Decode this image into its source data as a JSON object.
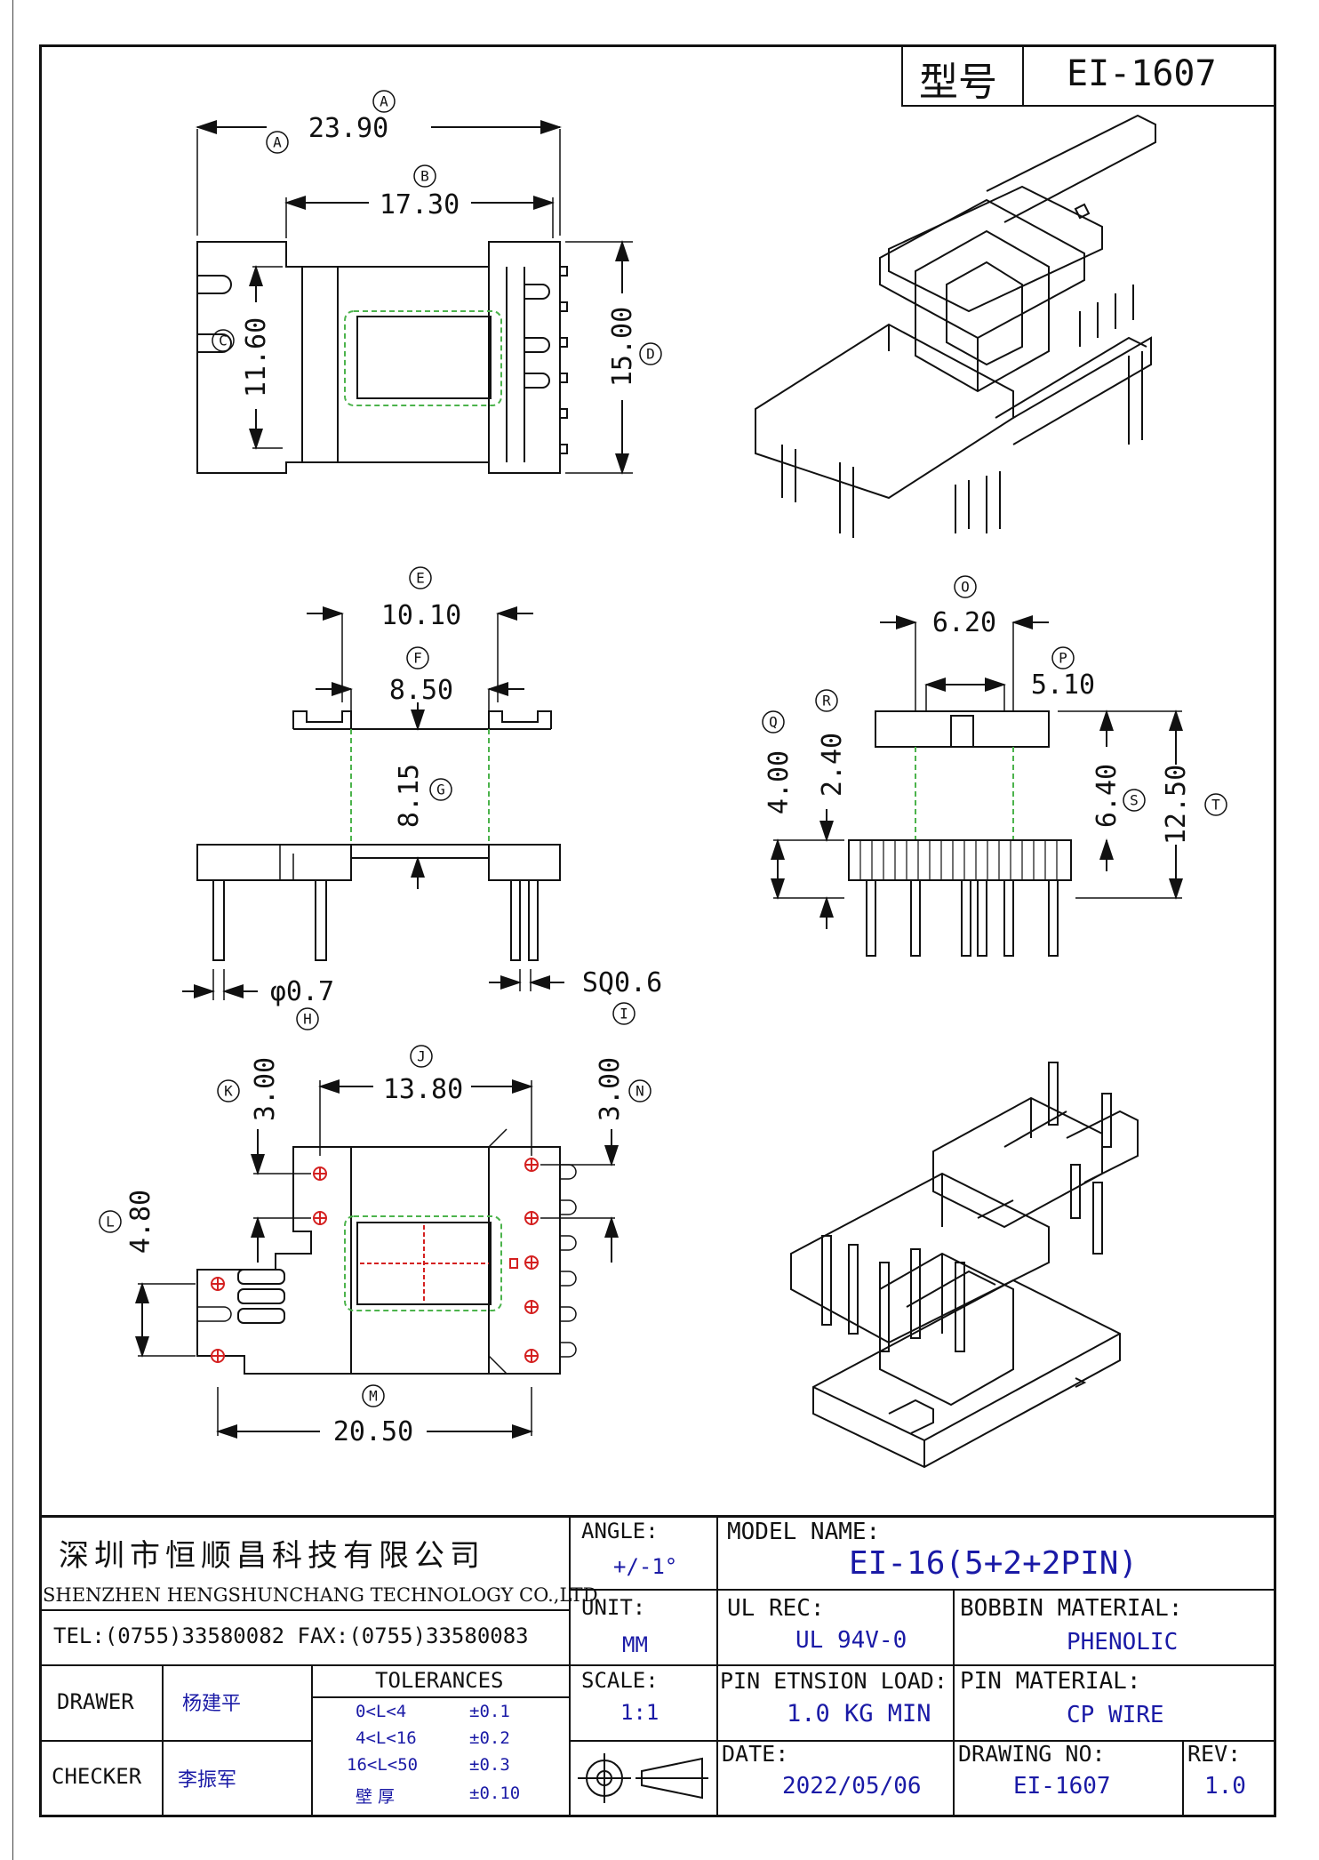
{
  "title_block": {
    "model_label": "型号",
    "model_value": "EI-1607"
  },
  "dims": {
    "A": {
      "tag": "A",
      "value": "23.90"
    },
    "B": {
      "tag": "B",
      "value": "17.30"
    },
    "C": {
      "tag": "C",
      "value": "11.60"
    },
    "D": {
      "tag": "D",
      "value": "15.00"
    },
    "E": {
      "tag": "E",
      "value": "10.10"
    },
    "F": {
      "tag": "F",
      "value": "8.50"
    },
    "G": {
      "tag": "G",
      "value": "8.15"
    },
    "H": {
      "tag": "H",
      "value": "φ0.7"
    },
    "I": {
      "tag": "I",
      "value": "SQ0.6"
    },
    "J": {
      "tag": "J",
      "value": "13.80"
    },
    "K": {
      "tag": "K",
      "value": "3.00"
    },
    "L": {
      "tag": "L",
      "value": "4.80"
    },
    "M": {
      "tag": "M",
      "value": "20.50"
    },
    "N": {
      "tag": "N",
      "value": "3.00"
    },
    "O": {
      "tag": "O",
      "value": "6.20"
    },
    "P": {
      "tag": "P",
      "value": "5.10"
    },
    "Q": {
      "tag": "Q",
      "value": "4.00"
    },
    "R": {
      "tag": "R",
      "value": "2.40"
    },
    "S": {
      "tag": "S",
      "value": "6.40"
    },
    "T": {
      "tag": "T",
      "value": "12.50"
    }
  },
  "company": {
    "name_cn": "深圳市恒顺昌科技有限公司",
    "name_en": "SHENZHEN HENGSHUNCHANG TECHNOLOGY CO.,LTD",
    "contact": "TEL:(0755)33580082 FAX:(0755)33580083"
  },
  "angle": {
    "label": "ANGLE:",
    "value": "+/-1°"
  },
  "unit": {
    "label": "UNIT:",
    "value": "MM"
  },
  "scale": {
    "label": "SCALE:",
    "value": "1:1"
  },
  "model_name": {
    "label": "MODEL NAME:",
    "value": "EI-16(5+2+2PIN)"
  },
  "ul_rec": {
    "label": "UL REC:",
    "value": "UL 94V-0"
  },
  "bobbin_material": {
    "label": "BOBBIN MATERIAL:",
    "value": "PHENOLIC"
  },
  "pin_load": {
    "label": "PIN ETNSION LOAD:",
    "value": "1.0 KG MIN"
  },
  "pin_material": {
    "label": "PIN MATERIAL:",
    "value": "CP WIRE"
  },
  "date": {
    "label": "DATE:",
    "value": "2022/05/06"
  },
  "drawing_no": {
    "label": "DRAWING NO:",
    "value": "EI-1607"
  },
  "rev": {
    "label": "REV:",
    "value": "1.0"
  },
  "drawer": {
    "label": "DRAWER",
    "name": "杨建平"
  },
  "checker": {
    "label": "CHECKER",
    "name": "李振军"
  },
  "tolerances": {
    "label": "TOLERANCES",
    "rows": [
      {
        "range": "0<L<4",
        "tol": "±0.1"
      },
      {
        "range": "4<L<16",
        "tol": "±0.2"
      },
      {
        "range": "16<L<50",
        "tol": "±0.3"
      },
      {
        "range": "壁 厚",
        "tol": "±0.10"
      }
    ]
  }
}
